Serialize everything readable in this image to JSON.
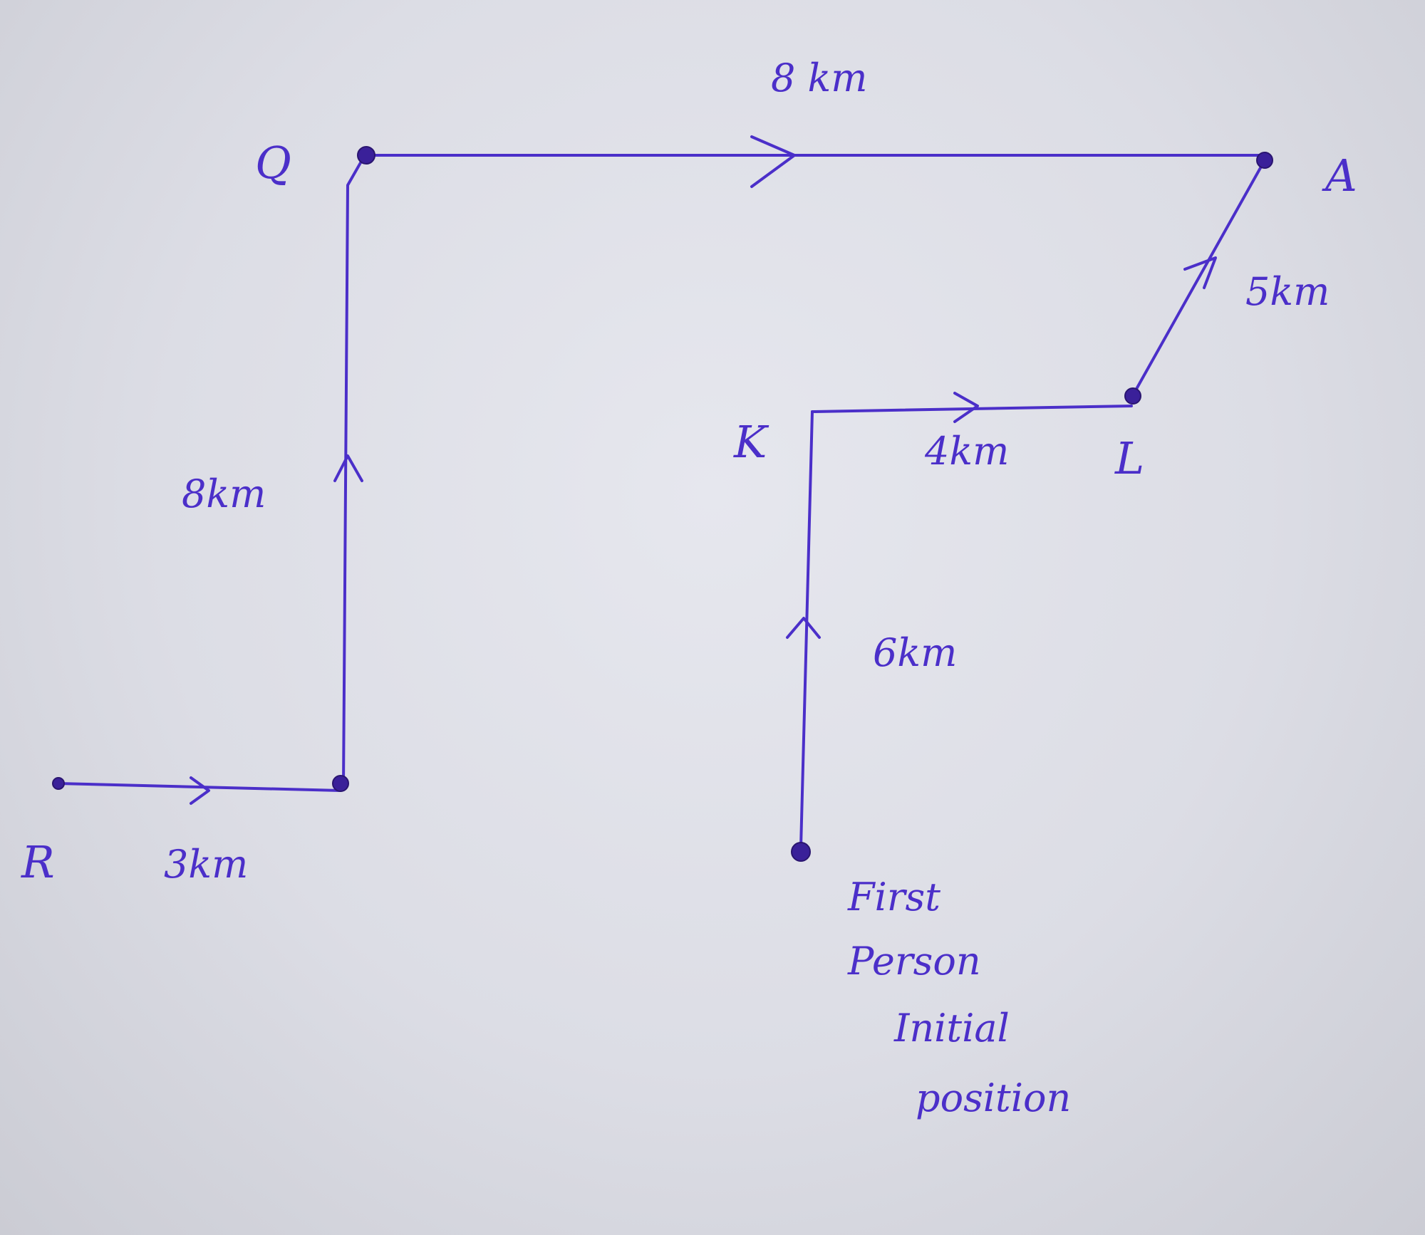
{
  "points": {
    "q": "Q",
    "a": "A",
    "k": "K",
    "l": "L",
    "r": "R"
  },
  "distances": {
    "q_to_a": "8 km",
    "l_to_a": "5km",
    "k_to_l": "4km",
    "start_to_k": "6km",
    "r_segment": "3km",
    "up_to_q": "8km"
  },
  "annotation": {
    "line1": "First",
    "line2": "Person",
    "line3": "Initial",
    "line4": "position"
  },
  "colors": {
    "ink": "#4b2fc9",
    "paper": "#e0e1e8"
  }
}
